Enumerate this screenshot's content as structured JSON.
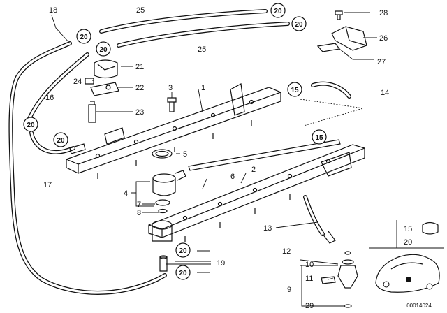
{
  "labels": {
    "l1": "1",
    "l2": "2",
    "l3": "3",
    "l4": "4",
    "l5": "5",
    "l6": "6",
    "l7": "7",
    "l8": "8",
    "l9": "9",
    "l10": "10",
    "l11": "11",
    "l12": "12",
    "l13": "13",
    "l14": "14",
    "l16": "16",
    "l17": "17",
    "l18": "18",
    "l19": "19",
    "l21": "21",
    "l22": "22",
    "l23": "23",
    "l24": "24",
    "l25a": "25",
    "l25b": "25",
    "l26": "26",
    "l27": "27",
    "l28": "28",
    "l29": "29"
  },
  "callouts": {
    "c20": "20",
    "c15": "15"
  },
  "legend": {
    "top": "15",
    "bottom": "20"
  },
  "diagram_code": "00014024"
}
